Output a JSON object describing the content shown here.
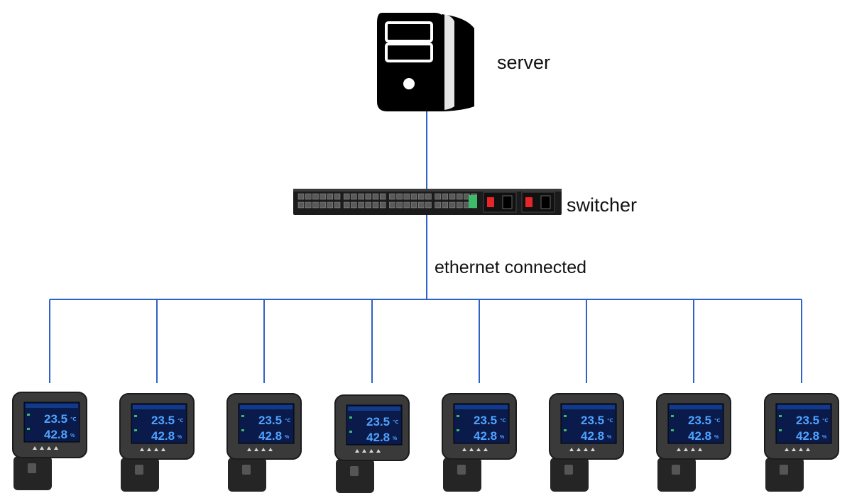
{
  "labels": {
    "server": "server",
    "switch": "switcher",
    "connection": "ethernet connected"
  },
  "device_display": {
    "temperature": "23.5",
    "temperature_unit": "℃",
    "humidity": "42.8",
    "humidity_unit": "%"
  },
  "device_count": 8,
  "colors": {
    "connection_line": "#2f62c8",
    "server_body": "#000000",
    "switch_body": "#1b1b1b",
    "device_housing": "#3a3a3a",
    "screen_background": "#0a1a4a",
    "screen_text": "#4fa3ff",
    "power_switch": "#e8262a"
  },
  "icons": [
    "server-tower-icon",
    "network-switch-icon",
    "temperature-humidity-sensor-icon"
  ]
}
